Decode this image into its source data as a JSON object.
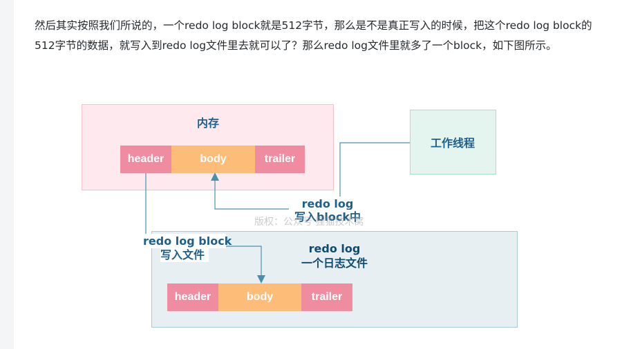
{
  "paragraph": {
    "line1": "然后其实按照我们所说的，一个redo log block就是512字节，那么是不是真正写入的时候，把这个redo log block的",
    "line2": "512字节的数据，就写入到redo log文件里去就可以了？那么redo log文件里就多了一个block，如下图所示。"
  },
  "diagram": {
    "memory_title": "内存",
    "worker_title": "工作线程",
    "write_label_line1": "redo log",
    "write_label_line2": "写入block中",
    "block_label_line1": "redo log block",
    "block_label_line2": "写入文件",
    "file_title_line1": "redo log",
    "file_title_line2": "一个日志文件",
    "memory_block": {
      "header": "header",
      "body": "body",
      "trailer": "trailer"
    },
    "file_block": {
      "header": "header",
      "body": "body",
      "trailer": "trailer"
    },
    "watermark": "版权：公众号 狸猫技术窝"
  },
  "colors": {
    "header_segment": "#ef8ca0",
    "body_segment": "#fdbc78",
    "memory_bg": "#fde9ee",
    "worker_bg": "#e4f4ef",
    "file_bg": "#e7eff2",
    "arrow": "#4a8fb0",
    "label_text": "#1f5f8b"
  }
}
